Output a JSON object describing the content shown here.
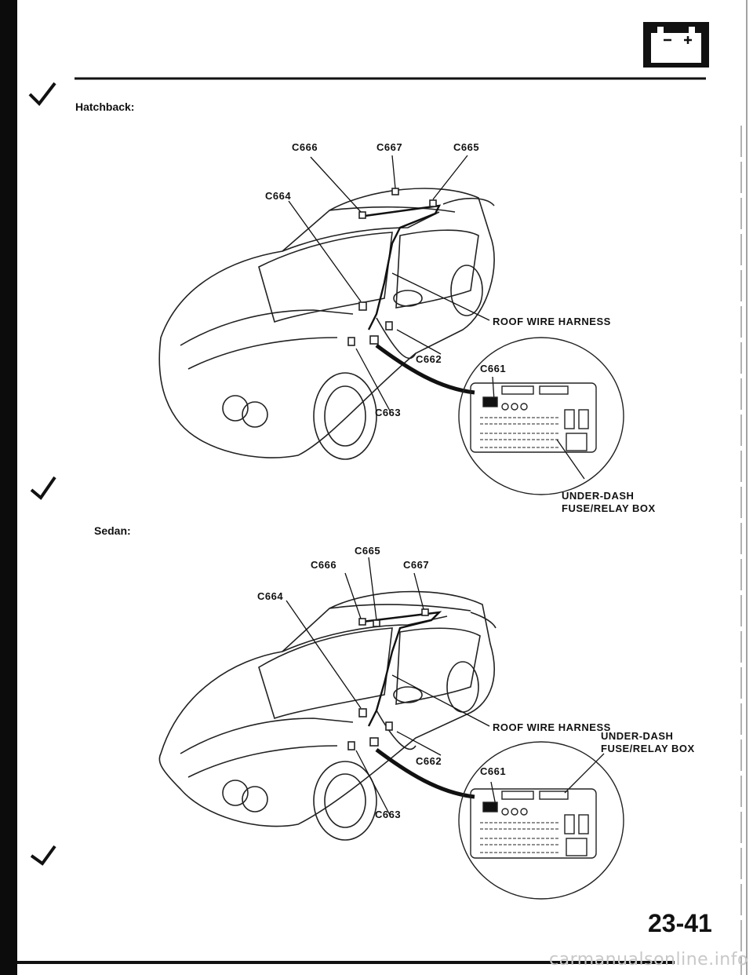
{
  "page": {
    "page_number": "23-41",
    "watermark": "carmanualsonline.info",
    "battery_icon": "battery-icon",
    "colors": {
      "ink": "#111111",
      "paper": "#ffffff",
      "watermark": "#c8c8c8"
    }
  },
  "hatchback": {
    "title": "Hatchback:",
    "connectors": {
      "c666": "C666",
      "c667": "C667",
      "c665": "C665",
      "c664": "C664",
      "c662": "C662",
      "c663": "C663",
      "c661": "C661"
    },
    "roof_harness": "ROOF WIRE HARNESS",
    "fuse_box_line1": "UNDER-DASH",
    "fuse_box_line2": "FUSE/RELAY BOX"
  },
  "sedan": {
    "title": "Sedan:",
    "connectors": {
      "c665": "C665",
      "c666": "C666",
      "c667": "C667",
      "c664": "C664",
      "c662": "C662",
      "c663": "C663",
      "c661": "C661"
    },
    "roof_harness": "ROOF WIRE HARNESS",
    "fuse_box_line1": "UNDER-DASH",
    "fuse_box_line2": "FUSE/RELAY BOX"
  }
}
